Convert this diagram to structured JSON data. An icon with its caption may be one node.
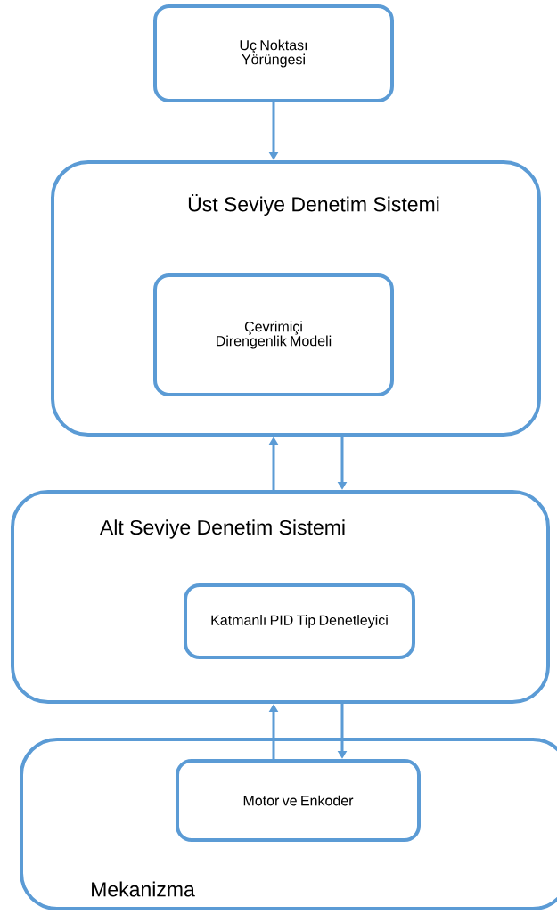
{
  "diagram": {
    "nodes": [
      {
        "text": [
          "Uç Noktası Yörüngesi"
        ]
      },
      {
        "text": [
          "Üst Seviye Denetim Sistemi"
        ]
      },
      {
        "text": [
          "Çevrimiçi Direngenlik Modeli"
        ],
        "in": 1
      },
      {
        "text": [
          "Alt Seviye Denetim Sistemi"
        ]
      },
      {
        "text": [
          "Katmanlı PID Tip Denetleyici"
        ],
        "in": 3
      },
      {
        "text": [
          "Mekanizma"
        ]
      },
      {
        "text": [
          "Motor ve Enkoder"
        ],
        "in": 5
      }
    ],
    "edges": [
      {
        "from": 0,
        "to": 1,
        "arrow": "to"
      },
      {
        "from": 3,
        "to": 1,
        "arrow": "to"
      },
      {
        "from": 1,
        "to": 3,
        "arrow": "to"
      },
      {
        "from": 6,
        "to": 3,
        "arrow": "to"
      },
      {
        "from": 3,
        "to": 6,
        "arrow": "to"
      }
    ]
  }
}
